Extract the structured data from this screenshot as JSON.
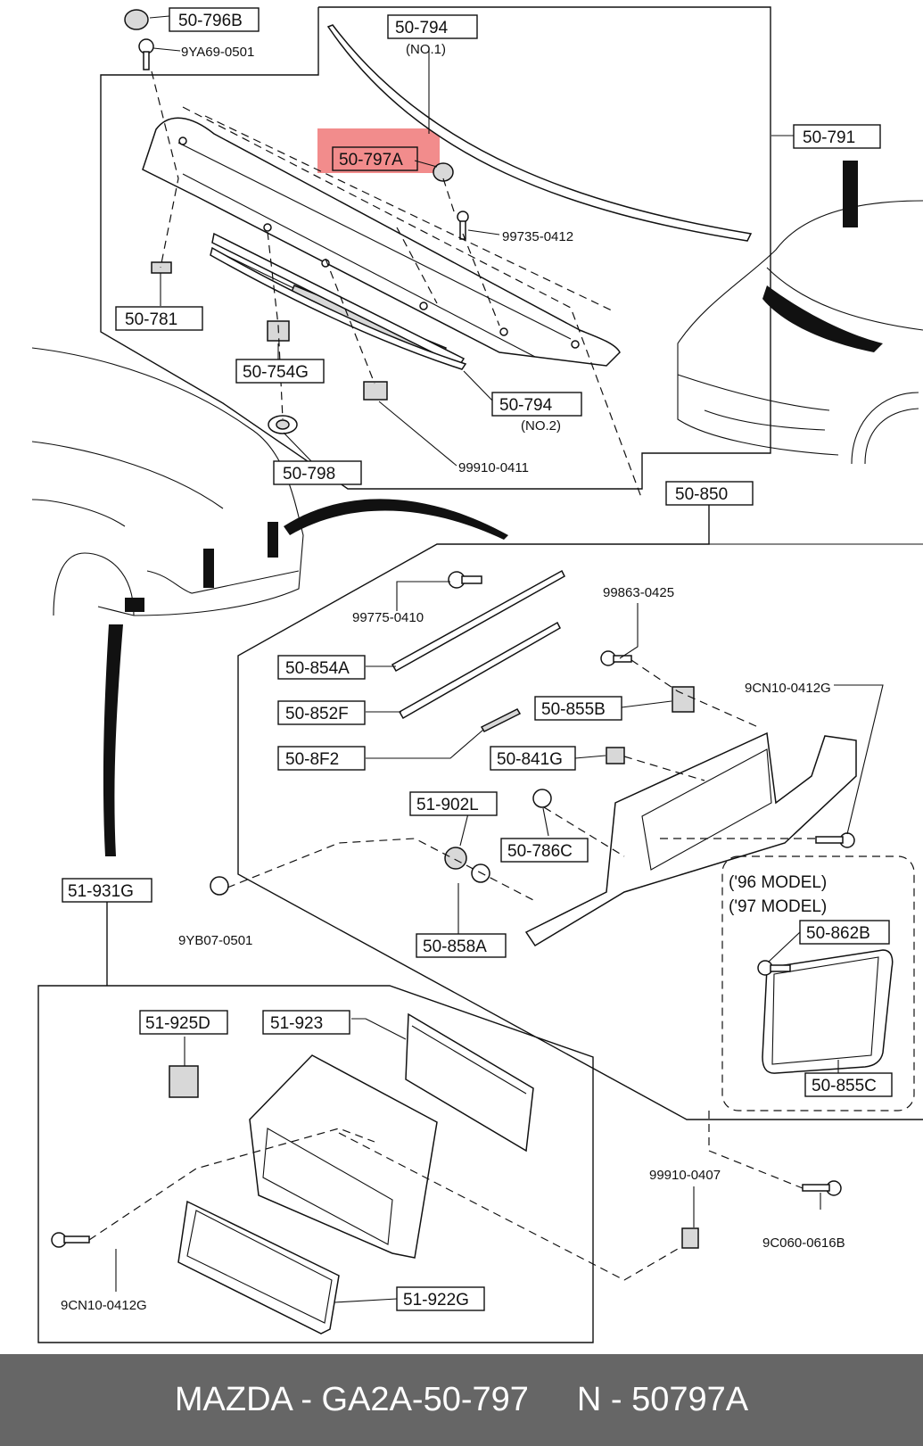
{
  "highlight": {
    "label": "50-797A",
    "color": "#f07878"
  },
  "labels": {
    "l_50_796B": "50-796B",
    "l_9YA69_0501": "9YA69-0501",
    "l_50_794_top": "50-794",
    "l_no1": "(NO.1)",
    "l_50_797A": "50-797A",
    "l_50_791": "50-791",
    "l_99735_0412": "99735-0412",
    "l_50_781": "50-781",
    "l_50_754G": "50-754G",
    "l_50_794_bot": "50-794",
    "l_no2": "(NO.2)",
    "l_50_798": "50-798",
    "l_99910_0411": "99910-0411",
    "l_50_850": "50-850",
    "l_99775_0410": "99775-0410",
    "l_99863_0425": "99863-0425",
    "l_9CN10_0412G_r": "9CN10-0412G",
    "l_50_854A": "50-854A",
    "l_50_852F": "50-852F",
    "l_50_855B": "50-855B",
    "l_50_8F2": "50-8F2",
    "l_50_841G": "50-841G",
    "l_51_902L": "51-902L",
    "l_50_786C": "50-786C",
    "l_model96": "('96 MODEL)",
    "l_model97": "('97 MODEL)",
    "l_50_862B": "50-862B",
    "l_51_931G": "51-931G",
    "l_9YB07_0501": "9YB07-0501",
    "l_50_858A": "50-858A",
    "l_50_855C": "50-855C",
    "l_51_925D": "51-925D",
    "l_51_923": "51-923",
    "l_99910_0407": "99910-0407",
    "l_9C060_0616B": "9C060-0616B",
    "l_9CN10_0412G_l": "9CN10-0412G",
    "l_51_922G": "51-922G"
  },
  "footer": {
    "part_left": "MAZDA - GA2A-50-797",
    "part_right": "N - 50797A"
  }
}
